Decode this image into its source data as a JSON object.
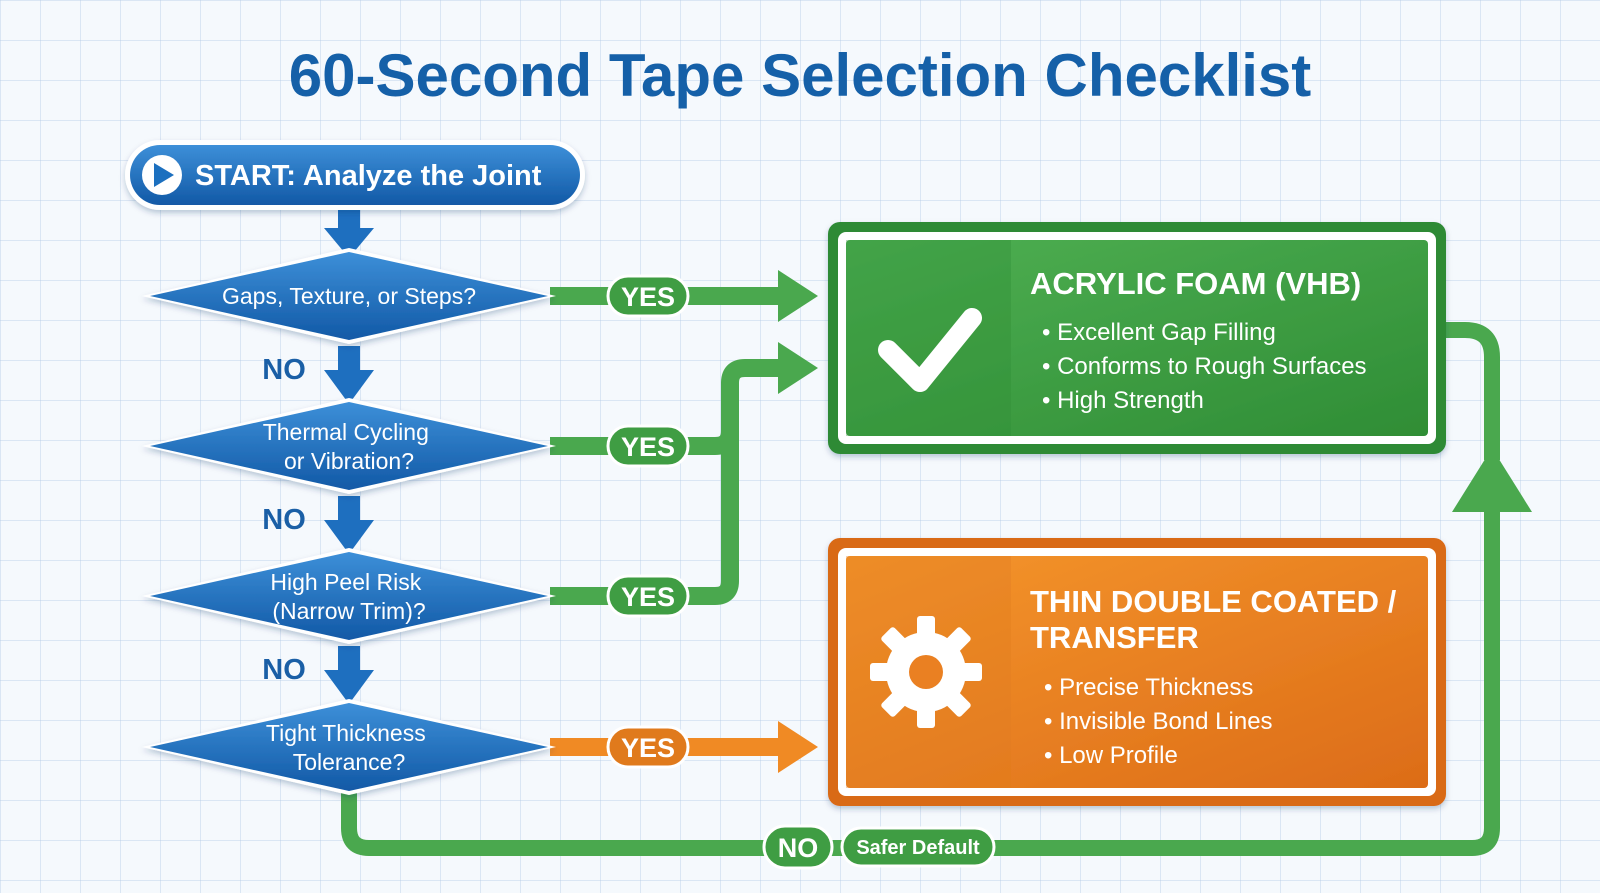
{
  "title": "60-Second Tape Selection Checklist",
  "start": {
    "label": "START: Analyze the Joint"
  },
  "questions": [
    {
      "lines": [
        "Gaps, Texture, or Steps?"
      ],
      "yes_label": "YES",
      "no_label": "NO"
    },
    {
      "lines": [
        "Thermal Cycling",
        "or Vibration?"
      ],
      "yes_label": "YES",
      "no_label": "NO"
    },
    {
      "lines": [
        "High Peel Risk",
        "(Narrow Trim)?"
      ],
      "yes_label": "YES",
      "no_label": "NO"
    },
    {
      "lines": [
        "Tight Thickness",
        "Tolerance?"
      ],
      "yes_label": "YES",
      "no_label": "NO"
    }
  ],
  "result_acrylic": {
    "title": "ACRYLIC FOAM (VHB)",
    "icon": "checkmark-icon",
    "color": "#3a9a3e",
    "bullets": [
      "Excellent Gap Filling",
      "Conforms to Rough Surfaces",
      "High Strength"
    ]
  },
  "result_thin": {
    "title_lines": [
      "THIN DOUBLE COATED /",
      "TRANSFER"
    ],
    "icon": "gear-icon",
    "color": "#e57a1f",
    "bullets": [
      "Precise Thickness",
      "Invisible Bond Lines",
      "Low Profile"
    ]
  },
  "default_path": {
    "no_label": "NO",
    "label": "Safer Default"
  },
  "colors": {
    "title": "#1560a8",
    "blue": "#1e6fbf",
    "green": "#4aa84e",
    "orange": "#f08a24",
    "no_text": "#1a5fa6"
  }
}
